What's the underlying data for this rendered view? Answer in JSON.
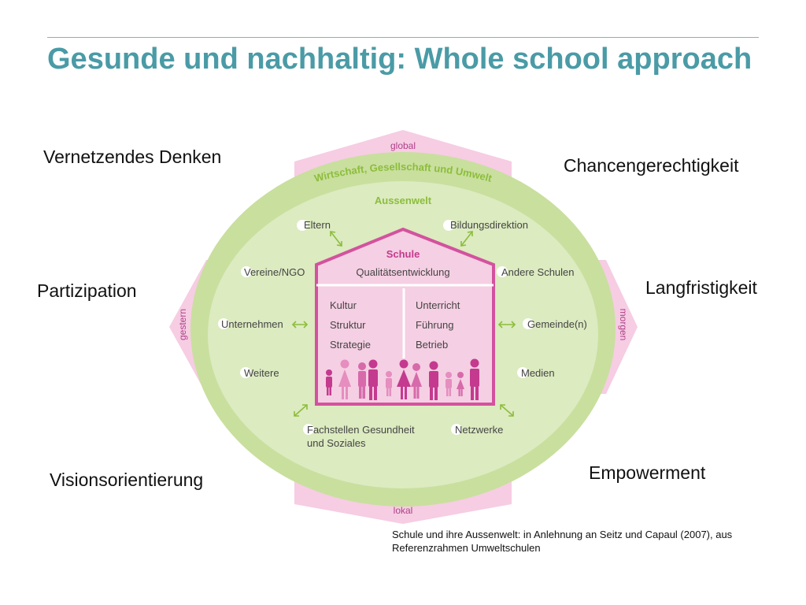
{
  "title": "Gesunde und nachhaltig: Whole school approach",
  "principles": {
    "top_left": "Vernetzendes Denken",
    "top_right": "Chancengerechtigkeit",
    "mid_left": "Partizipation",
    "mid_right": "Langfristigkeit",
    "bottom_left": "Visionsorientierung",
    "bottom_right": "Empowerment"
  },
  "diagram": {
    "axis": {
      "top": "global",
      "bottom": "lokal",
      "left": "gestern",
      "right": "morgen"
    },
    "outer_ring": "Wirtschaft, Gesellschaft und Umwelt",
    "inner_area": "Aussenwelt",
    "house": {
      "title": "Schule",
      "subtitle": "Qualitätsentwicklung",
      "left_col": [
        "Kultur",
        "Struktur",
        "Strategie"
      ],
      "right_col": [
        "Unterricht",
        "Führung",
        "Betrieb"
      ]
    },
    "actors": {
      "eltern": "Eltern",
      "bildungsdirektion": "Bildungsdirektion",
      "vereine": "Vereine/NGO",
      "andere_schulen": "Andere Schulen",
      "unternehmen": "Unternehmen",
      "gemeinde": "Gemeinde(n)",
      "weitere": "Weitere",
      "medien": "Medien",
      "fachstellen_1": "Fachstellen Gesundheit",
      "fachstellen_2": "und Soziales",
      "netzwerke": "Netzwerke"
    },
    "colors": {
      "green": "#c9df9e",
      "green_inner": "#ddebbf",
      "pink": "#f4c4de",
      "magenta": "#cf4a9a"
    }
  },
  "caption": "Schule und ihre Aussenwelt:  in Anlehnung an Seitz und Capaul (2007), aus Referenzrahmen Umweltschulen"
}
